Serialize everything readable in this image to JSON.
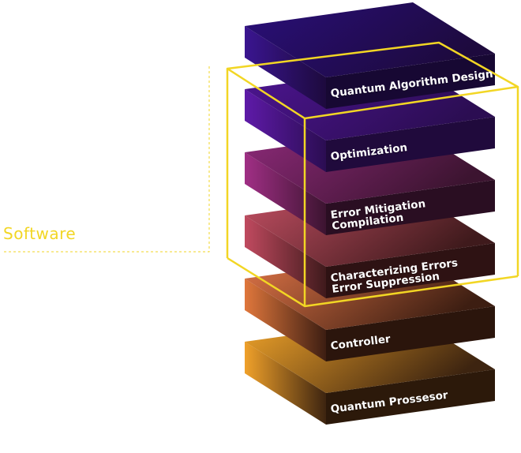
{
  "annotation": {
    "label": "Software",
    "color": "#f2d624"
  },
  "layers": [
    {
      "id": "quantum-algorithm-design",
      "lines": [
        "Quantum Algorithm Design"
      ],
      "top": "#2a0f7a",
      "front": [
        "#3a1590",
        "#1d0a3d"
      ],
      "side": "#170833"
    },
    {
      "id": "optimization",
      "lines": [
        "Optimization"
      ],
      "top": "#4e1593",
      "front": [
        "#5e1aa8",
        "#2b0d52"
      ],
      "side": "#200a3c"
    },
    {
      "id": "error-mitigation-compilation",
      "lines": [
        "Error Mitigation",
        "Compilation"
      ],
      "top": "#8e2a7a",
      "front": [
        "#a02f85",
        "#3c1430"
      ],
      "side": "#2a0e22"
    },
    {
      "id": "characterizing-errors-suppression",
      "lines": [
        "Characterizing Errors",
        "Error Suppression"
      ],
      "top": "#c24f63",
      "front": [
        "#c04a5f",
        "#3f1a1c"
      ],
      "side": "#2e1213"
    },
    {
      "id": "controller",
      "lines": [
        "Controller"
      ],
      "top": "#e27648",
      "front": [
        "#e0773c",
        "#3d1e12"
      ],
      "side": "#2b150c"
    },
    {
      "id": "quantum-prossesor",
      "lines": [
        "Quantum Prossesor"
      ],
      "top": "#f2a52a",
      "front": [
        "#f0a12a",
        "#3d2410"
      ],
      "side": "#2c190a"
    }
  ]
}
